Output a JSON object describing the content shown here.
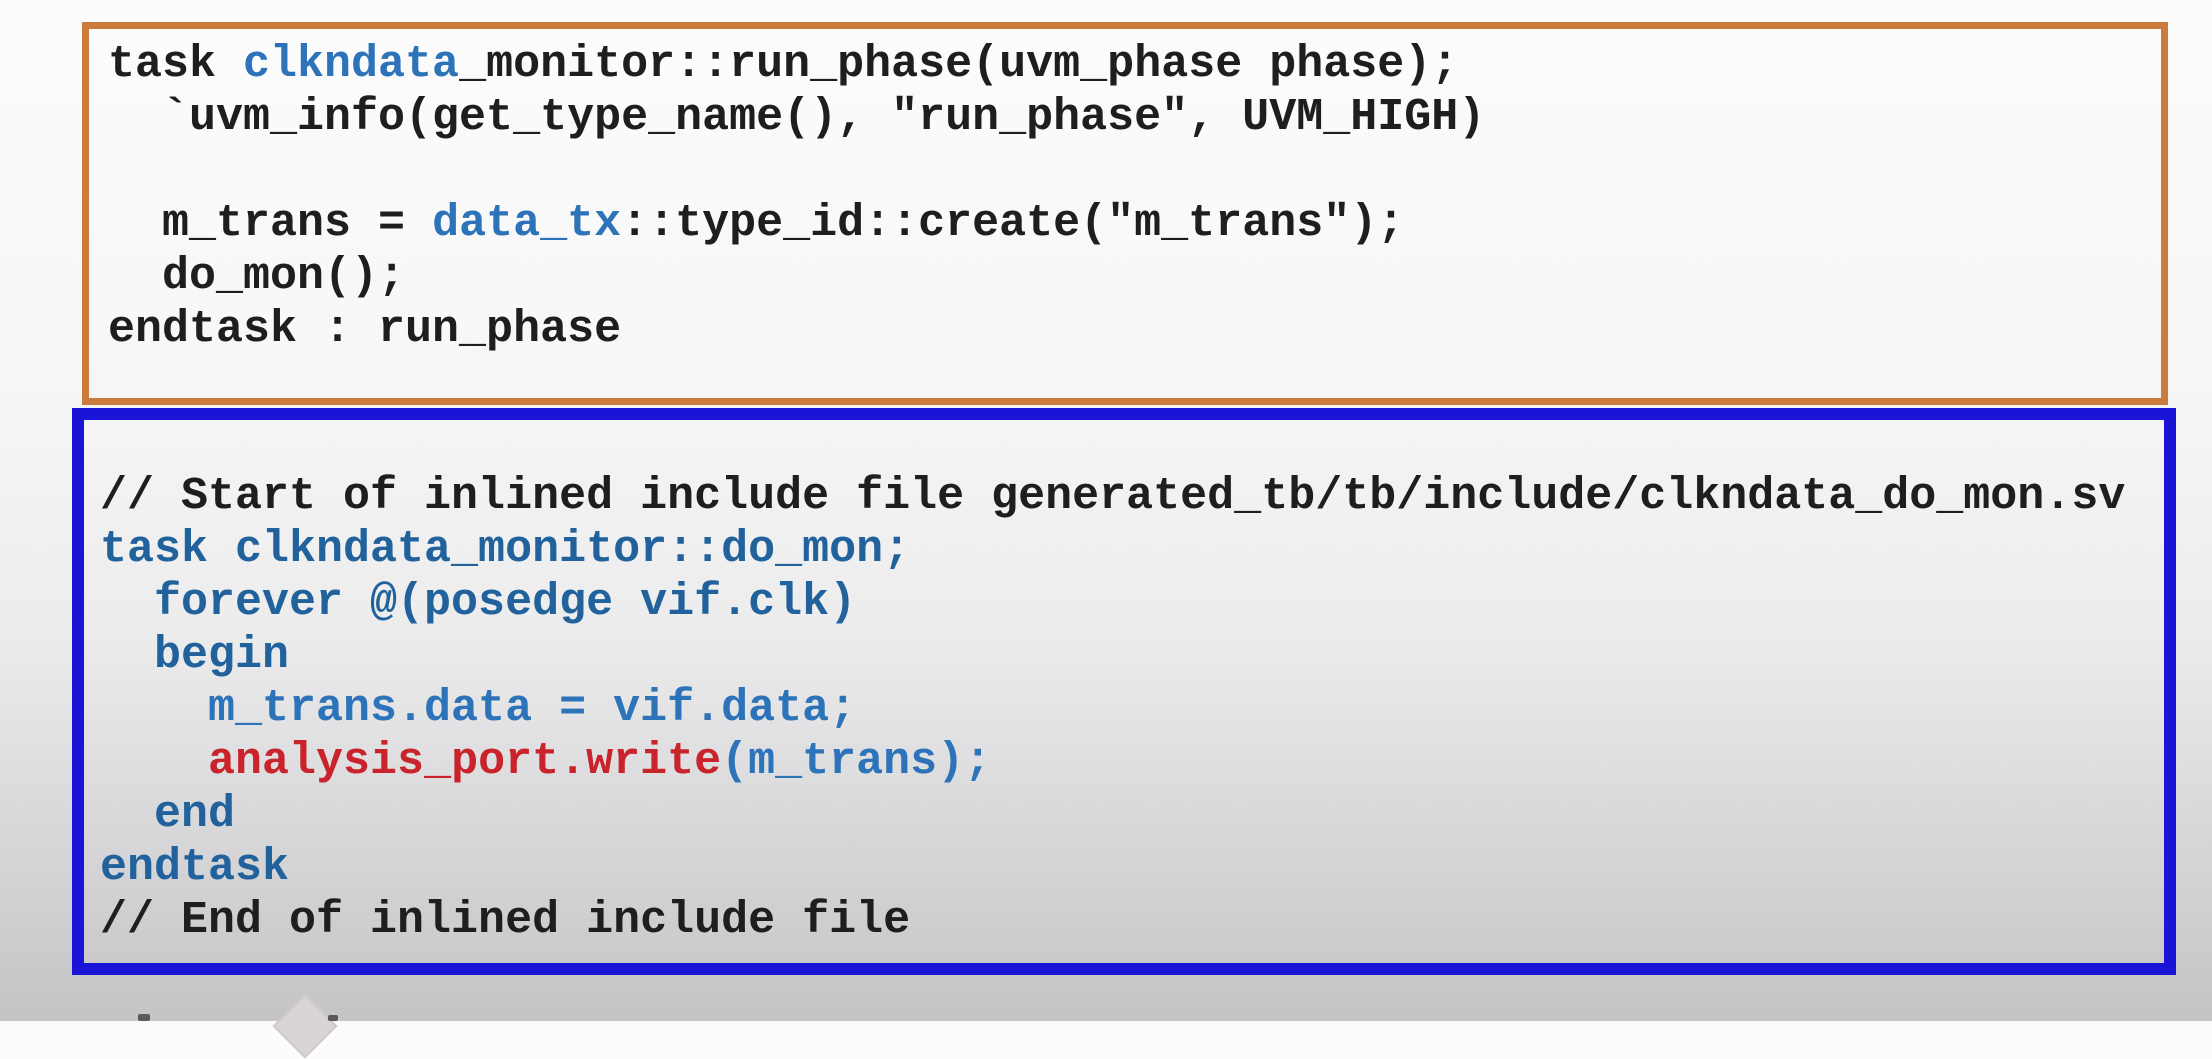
{
  "colors": {
    "black": "#1e1e1e",
    "blue": "#2d73b9",
    "steel": "#21619c",
    "red": "#c9242b",
    "orange_border": "#cd7a3d",
    "blue_border": "#1a15d6",
    "watermark_gray": "#d9d5d4"
  },
  "boxes": [
    {
      "name": "run-phase-code-block",
      "border_color": "#cd7a3d",
      "lines": [
        [
          {
            "c": "black",
            "t": "task "
          },
          {
            "c": "blue",
            "t": "clkndata"
          },
          {
            "c": "black",
            "t": "_monitor::run_phase(uvm_phase phase);"
          }
        ],
        [
          {
            "c": "black",
            "t": "  `uvm_info(get_type_name(), \"run_phase\", UVM_HIGH)"
          }
        ],
        [
          {
            "c": "black",
            "t": ""
          }
        ],
        [
          {
            "c": "black",
            "t": "  m_trans = "
          },
          {
            "c": "blue",
            "t": "data_tx"
          },
          {
            "c": "black",
            "t": "::type_id::create(\"m_trans\");"
          }
        ],
        [
          {
            "c": "black",
            "t": "  do_mon();"
          }
        ],
        [
          {
            "c": "black",
            "t": "endtask : run_phase"
          }
        ]
      ]
    },
    {
      "name": "do-mon-code-block",
      "border_color": "#1a15d6",
      "lines": [
        [
          {
            "c": "black",
            "t": "// Start of inlined include file generated_tb/tb/include/clkndata_do_mon.sv"
          }
        ],
        [
          {
            "c": "steel",
            "t": "task clkndata_monitor::do_mon;"
          }
        ],
        [
          {
            "c": "steel",
            "t": "  forever @(posedge vif.clk)"
          }
        ],
        [
          {
            "c": "steel",
            "t": "  begin"
          }
        ],
        [
          {
            "c": "blue",
            "t": "    m_trans.data = vif.data;"
          }
        ],
        [
          {
            "c": "blue",
            "t": "    "
          },
          {
            "c": "red",
            "t": "analysis_port.write"
          },
          {
            "c": "blue",
            "t": "(m_trans);"
          }
        ],
        [
          {
            "c": "steel",
            "t": "  end"
          }
        ],
        [
          {
            "c": "steel",
            "t": "endtask"
          }
        ],
        [
          {
            "c": "black",
            "t": "// End of inlined include file"
          }
        ]
      ]
    }
  ]
}
